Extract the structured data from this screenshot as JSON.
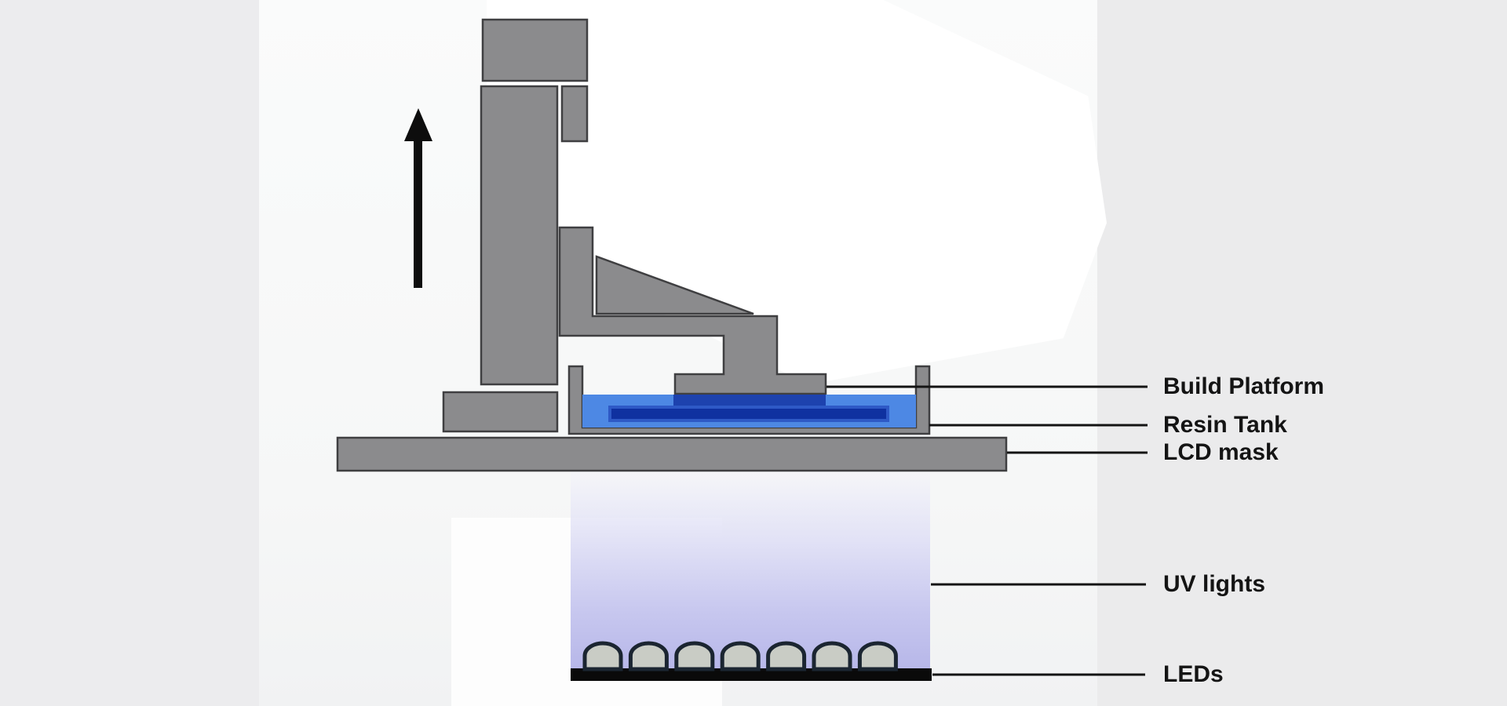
{
  "diagram_type": "lcd-resin-3d-printer-cross-section",
  "labels": {
    "build_platform": "Build Platform",
    "resin_tank": "Resin Tank",
    "lcd_mask": "LCD mask",
    "uv_lights": "UV lights",
    "leds": "LEDs"
  },
  "leds": {
    "count": 7
  },
  "icons": {
    "up_arrow": "up-arrow-icon (platform lift direction)"
  },
  "colors": {
    "machine_gray": "#8b8b8d",
    "machine_outline": "#3f3f41",
    "resin_liquid_blue": "#4d88e4",
    "cured_resin_top_blue": "#1d42ae",
    "cured_resin_core_blue": "#0f31a0",
    "cured_resin_border_blue": "#2e59c6",
    "uv_glow_lavender": "#b7b7e9",
    "led_base_black": "#0a0a0a",
    "led_dome_fill": "#c9ccc5",
    "led_dome_outline": "#1b2531",
    "leader_line_black": "#141414",
    "label_text": "#141414",
    "background_gray": "#ececee",
    "background_white": "#ffffff"
  }
}
